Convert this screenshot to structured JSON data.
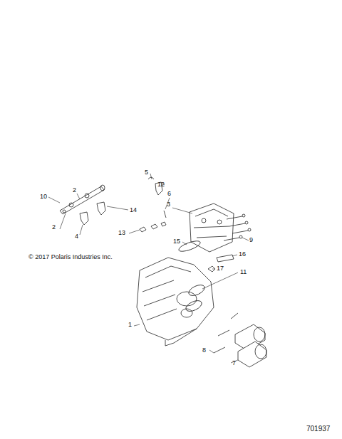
{
  "diagram": {
    "labels": [
      "10",
      "2",
      "5",
      "12",
      "6",
      "14",
      "3",
      "2",
      "4",
      "13",
      "9",
      "15",
      "16",
      "© 2017 Polaris Industries Inc.",
      "17",
      "11",
      "1",
      "8",
      "7",
      "701937"
    ]
  }
}
